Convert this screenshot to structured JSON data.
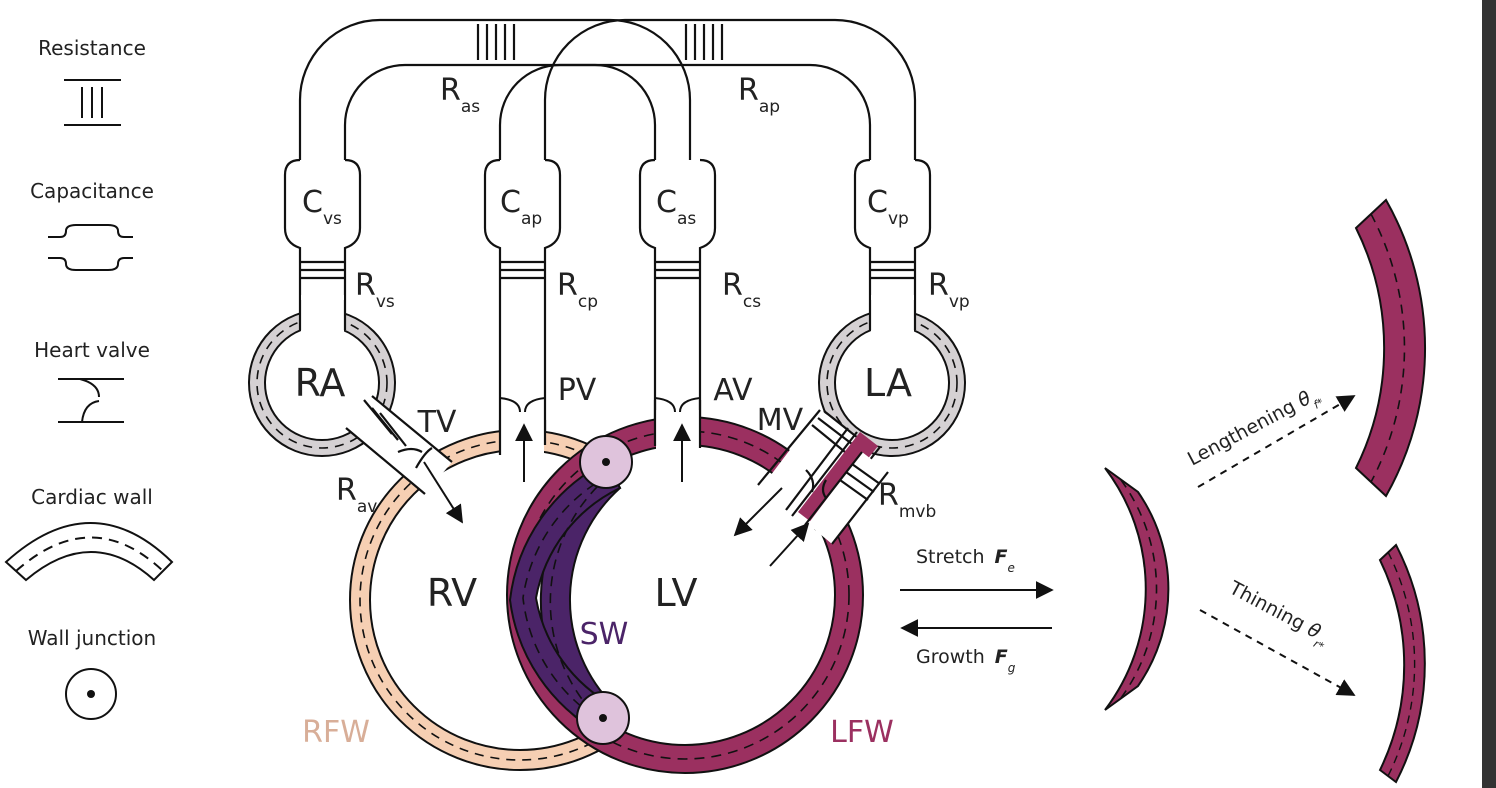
{
  "legend": {
    "resistance": "Resistance",
    "capacitance": "Capacitance",
    "heart_valve": "Heart valve",
    "cardiac_wall": "Cardiac wall",
    "wall_junction": "Wall junction"
  },
  "chambers": {
    "ra": "RA",
    "la": "LA",
    "rv": "RV",
    "lv": "LV"
  },
  "walls": {
    "sw": "SW",
    "rfw": "RFW",
    "lfw": "LFW"
  },
  "valves": {
    "tv": "TV",
    "pv": "PV",
    "av": "AV",
    "mv": "MV"
  },
  "resistances": {
    "as": {
      "base": "R",
      "sub": "as"
    },
    "ap": {
      "base": "R",
      "sub": "ap"
    },
    "vs": {
      "base": "R",
      "sub": "vs"
    },
    "cp": {
      "base": "R",
      "sub": "cp"
    },
    "cs": {
      "base": "R",
      "sub": "cs"
    },
    "vp": {
      "base": "R",
      "sub": "vp"
    },
    "av": {
      "base": "R",
      "sub": "av"
    },
    "mvb": {
      "base": "R",
      "sub": "mvb"
    }
  },
  "capacitances": {
    "vs": {
      "base": "C",
      "sub": "vs"
    },
    "ap": {
      "base": "C",
      "sub": "ap"
    },
    "as": {
      "base": "C",
      "sub": "as"
    },
    "vp": {
      "base": "C",
      "sub": "vp"
    }
  },
  "growth": {
    "stretch": "Stretch",
    "stretch_sym": "F",
    "stretch_sub": "e",
    "growth": "Growth",
    "growth_sym": "F",
    "growth_sub": "g",
    "lengthening": "Lengthening",
    "lengthening_sym": "θ",
    "lengthening_sub": "f*",
    "thinning": "Thinning",
    "thinning_sym": "θ",
    "thinning_sub": "r*"
  },
  "colors": {
    "rfw": "#f6cfb3",
    "rfw_label": "#d8ae98",
    "sw": "#4b2468",
    "sw_label": "#4b2468",
    "lfw": "#9b3060",
    "lfw_label": "#9b3060",
    "atria": "#d5d1d3",
    "junction": "#dfc3dc"
  }
}
